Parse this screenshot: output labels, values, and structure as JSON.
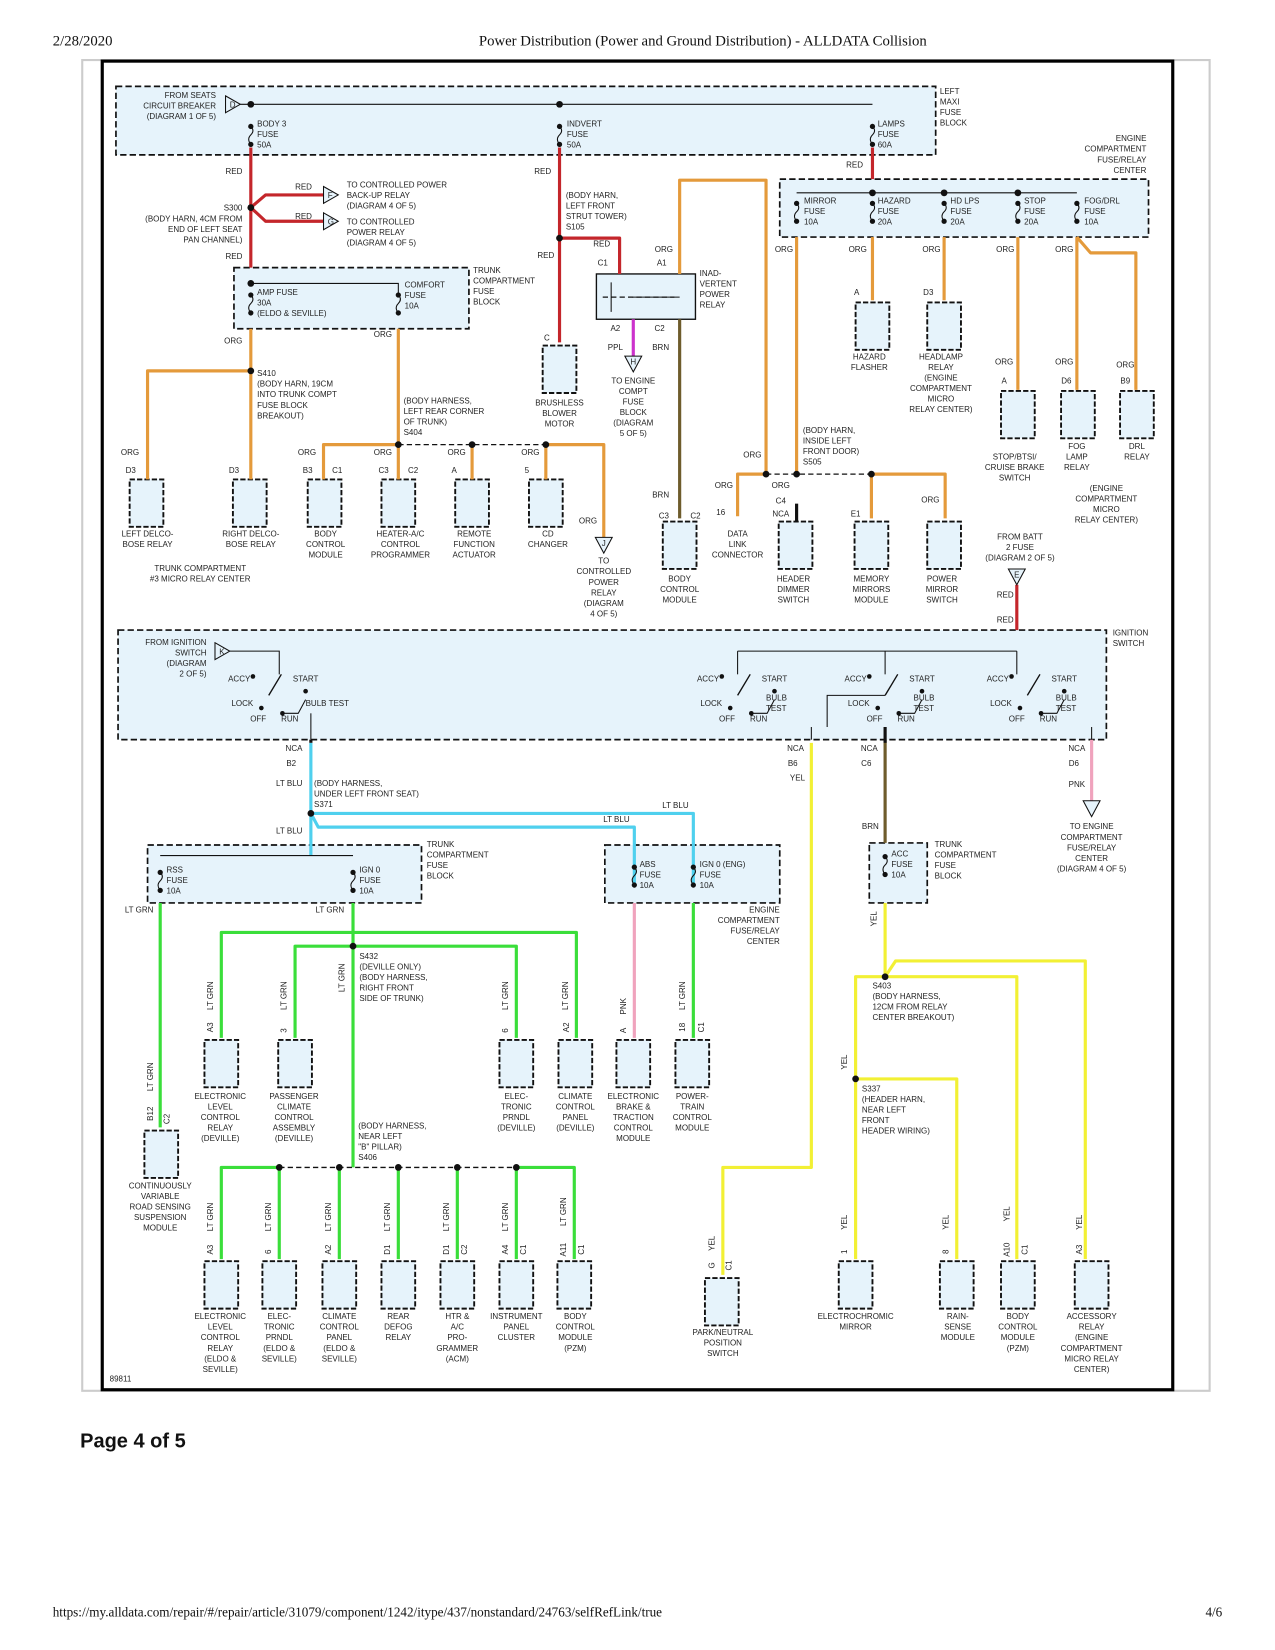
{
  "page_header": {
    "date": "2/28/2020",
    "title": "Power Distribution (Power and Ground Distribution) - ALLDATA Collision"
  },
  "page_footer": {
    "url": "https://my.alldata.com/repair/#/repair/article/31079/component/1242/itype/437/nonstandard/24763/selfRefLink/true",
    "page_count": "4/6",
    "page_label": "Page 4 of 5"
  },
  "wire_colors": {
    "red": "#c4262b",
    "org": "#e49a3b",
    "ltgrn": "#3ade3a",
    "ltblu": "#4fd0ee",
    "yel": "#f2f034",
    "pnk": "#f0a3bd",
    "brn": "#6e5c2c",
    "ppl": "#cc33cc",
    "nca": "#111111"
  },
  "wire_labels": {
    "red": "RED",
    "org": "ORG",
    "ltgrn": "LT GRN",
    "ltblu": "LT BLU",
    "yel": "YEL",
    "pnk": "PNK",
    "brn": "BRN",
    "ppl": "PPL",
    "nca": "NCA"
  },
  "diagram_id": "89811",
  "connectors": {
    "D": "D",
    "F": "F",
    "G": "G",
    "H": "H",
    "J": "J",
    "E": "E",
    "K": "K"
  },
  "blocks": {
    "left_maxi": [
      "LEFT",
      "MAXI",
      "FUSE",
      "BLOCK"
    ],
    "engine_top": [
      "ENGINE",
      "COMPARTMENT",
      "FUSE/RELAY",
      "CENTER"
    ],
    "trunk1": [
      "TRUNK",
      "COMPARTMENT",
      "FUSE",
      "BLOCK"
    ],
    "trunk_micro": [
      "TRUNK COMPARTMENT",
      "#3 MICRO RELAY CENTER"
    ],
    "engine_micro": [
      "(ENGINE",
      "COMPARTMENT",
      "MICRO",
      "RELAY CENTER)"
    ],
    "ignition": [
      "IGNITION",
      "SWITCH"
    ],
    "trunk2": [
      "TRUNK",
      "COMPARTMENT",
      "FUSE",
      "BLOCK"
    ],
    "engine_mid": [
      "ENGINE",
      "COMPARTMENT",
      "FUSE/RELAY",
      "CENTER"
    ],
    "trunk3": [
      "TRUNK",
      "COMPARTMENT",
      "FUSE",
      "BLOCK"
    ]
  },
  "fuses": {
    "body3": [
      "BODY 3",
      "FUSE",
      "50A"
    ],
    "indvert": [
      "INDVERT",
      "FUSE",
      "50A"
    ],
    "lamps": [
      "LAMPS",
      "FUSE",
      "60A"
    ],
    "amp": [
      "AMP FUSE",
      "30A",
      "(ELDO & SEVILLE)"
    ],
    "comfort": [
      "COMFORT",
      "FUSE",
      "10A"
    ],
    "mirror": [
      "MIRROR",
      "FUSE",
      "10A"
    ],
    "hazard": [
      "HAZARD",
      "FUSE",
      "20A"
    ],
    "hdlps": [
      "HD LPS",
      "FUSE",
      "20A"
    ],
    "stop": [
      "STOP",
      "FUSE",
      "20A"
    ],
    "fogdrl": [
      "FOG/DRL",
      "FUSE",
      "10A"
    ],
    "rss": [
      "RSS",
      "FUSE",
      "10A"
    ],
    "ign0": [
      "IGN 0",
      "FUSE",
      "10A"
    ],
    "abs": [
      "ABS",
      "FUSE",
      "10A"
    ],
    "ign0eng": [
      "IGN 0 (ENG)",
      "FUSE",
      "10A"
    ],
    "acc": [
      "ACC",
      "FUSE",
      "10A"
    ]
  },
  "notes": {
    "from_seats": [
      "FROM SEATS",
      "CIRCUIT BREAKER",
      "(DIAGRAM 1 OF 5)"
    ],
    "s300": [
      "S300"
    ],
    "s300_desc": [
      "(BODY HARN, 4CM FROM",
      "END OF LEFT SEAT",
      "PAN CHANNEL)"
    ],
    "to_backup": [
      "TO CONTROLLED POWER",
      "BACK-UP RELAY",
      "(DIAGRAM 4 OF 5)"
    ],
    "to_cpr": [
      "TO CONTROLLED",
      "POWER RELAY",
      "(DIAGRAM 4 OF 5)"
    ],
    "s410": [
      "S410",
      "(BODY HARN, 19CM",
      "INTO TRUNK COMPT",
      "FUSE BLOCK",
      "BREAKOUT)"
    ],
    "s404": [
      "(BODY HARNESS,",
      "LEFT REAR CORNER",
      "OF TRUNK)",
      "S404"
    ],
    "s105": [
      "(BODY HARN,",
      "LEFT FRONT",
      "STRUT TOWER)",
      "S105"
    ],
    "to_engine_compt": [
      "TO ENGINE",
      "COMPT",
      "FUSE",
      "BLOCK",
      "(DIAGRAM",
      "5 OF 5)"
    ],
    "to_cpr2": [
      "TO",
      "CONTROLLED",
      "POWER",
      "RELAY",
      "(DIAGRAM",
      "4 OF 5)"
    ],
    "s505": [
      "(BODY HARN,",
      "INSIDE LEFT",
      "FRONT DOOR)",
      "S505"
    ],
    "from_batt": [
      "FROM BATT",
      "2 FUSE",
      "(DIAGRAM 2 OF 5)"
    ],
    "from_ign": [
      "FROM IGNITION",
      "SWITCH",
      "(DIAGRAM",
      "2 OF 5)"
    ],
    "s371": [
      "(BODY HARNESS,",
      "UNDER LEFT FRONT SEAT)",
      "S371"
    ],
    "s432": [
      "S432",
      "(DEVILLE ONLY)",
      "(BODY HARNESS,",
      "RIGHT FRONT",
      "SIDE OF TRUNK)"
    ],
    "s406": [
      "(BODY HARNESS,",
      "NEAR LEFT",
      "\"B\" PILLAR)",
      "S406"
    ],
    "s403": [
      "S403",
      "(BODY HARNESS,",
      "12CM FROM RELAY",
      "CENTER BREAKOUT)"
    ],
    "s337": [
      "S337",
      "(HEADER HARN,",
      "NEAR LEFT",
      "FRONT",
      "HEADER WIRING)"
    ],
    "to_engine_frc": [
      "TO ENGINE",
      "COMPARTMENT",
      "FUSE/RELAY",
      "CENTER",
      "(DIAGRAM 4 OF 5)"
    ]
  },
  "switch_positions": {
    "accy": "ACCY",
    "start": "START",
    "lock": "LOCK",
    "bulb": [
      "BULB",
      "TEST"
    ],
    "bulb1": "BULB TEST",
    "off": "OFF",
    "run": "RUN"
  },
  "components": {
    "left_delco": [
      "LEFT DELCO-",
      "BOSE RELAY"
    ],
    "right_delco": [
      "RIGHT DELCO-",
      "BOSE RELAY"
    ],
    "bcm1": [
      "BODY",
      "CONTROL",
      "MODULE"
    ],
    "heater": [
      "HEATER-A/C",
      "CONTROL",
      "PROGRAMMER"
    ],
    "remote": [
      "REMOTE",
      "FUNCTION",
      "ACTUATOR"
    ],
    "cd": [
      "CD",
      "CHANGER"
    ],
    "blower": [
      "BRUSHLESS",
      "BLOWER",
      "MOTOR"
    ],
    "inad": [
      "INAD-",
      "VERTENT",
      "POWER",
      "RELAY"
    ],
    "bcm2": [
      "BODY",
      "CONTROL",
      "MODULE"
    ],
    "dlc": [
      "DATA",
      "LINK",
      "CONNECTOR"
    ],
    "hdimmer": [
      "HEADER",
      "DIMMER",
      "SWITCH"
    ],
    "memmir": [
      "MEMORY",
      "MIRRORS",
      "MODULE"
    ],
    "pwrmir": [
      "POWER",
      "MIRROR",
      "SWITCH"
    ],
    "flasher": [
      "HAZARD",
      "FLASHER"
    ],
    "headlamp": [
      "HEADLAMP",
      "RELAY",
      "(ENGINE",
      "COMPARTMENT",
      "MICRO",
      "RELAY CENTER)"
    ],
    "stopsw": [
      "STOP/BTSI/",
      "CRUISE BRAKE",
      "SWITCH"
    ],
    "fog": [
      "FOG",
      "LAMP",
      "RELAY"
    ],
    "drl": [
      "DRL",
      "RELAY"
    ],
    "cvrss": [
      "CONTINUOUSLY",
      "VARIABLE",
      "ROAD SENSING",
      "SUSPENSION",
      "MODULE"
    ],
    "elcr_dev": [
      "ELECTRONIC",
      "LEVEL",
      "CONTROL",
      "RELAY",
      "(DEVILLE)"
    ],
    "pcca": [
      "PASSENGER",
      "CLIMATE",
      "CONTROL",
      "ASSEMBLY",
      "(DEVILLE)"
    ],
    "prndl_dev": [
      "ELEC-",
      "TRONIC",
      "PRNDL",
      "(DEVILLE)"
    ],
    "ccp_dev": [
      "CLIMATE",
      "CONTROL",
      "PANEL",
      "(DEVILLE)"
    ],
    "ebtcm": [
      "ELECTRONIC",
      "BRAKE &",
      "TRACTION",
      "CONTROL",
      "MODULE"
    ],
    "pcm": [
      "POWER-",
      "TRAIN",
      "CONTROL",
      "MODULE"
    ],
    "elcr_es": [
      "ELECTRONIC",
      "LEVEL",
      "CONTROL",
      "RELAY",
      "(ELDO &",
      "SEVILLE)"
    ],
    "prndl_es": [
      "ELEC-",
      "TRONIC",
      "PRNDL",
      "(ELDO &",
      "SEVILLE)"
    ],
    "ccp_es": [
      "CLIMATE",
      "CONTROL",
      "PANEL",
      "(ELDO &",
      "SEVILLE)"
    ],
    "defog": [
      "REAR",
      "DEFOG",
      "RELAY"
    ],
    "htr": [
      "HTR &",
      "A/C",
      "PRO-",
      "GRAMMER",
      "(ACM)"
    ],
    "ipc": [
      "INSTRUMENT",
      "PANEL",
      "CLUSTER"
    ],
    "bcm_pzm1": [
      "BODY",
      "CONTROL",
      "MODULE",
      "(PZM)"
    ],
    "pnp": [
      "PARK/NEUTRAL",
      "POSITION",
      "SWITCH"
    ],
    "ecm": [
      "ELECTROCHROMIC",
      "MIRROR"
    ],
    "rain": [
      "RAIN-",
      "SENSE",
      "MODULE"
    ],
    "bcm_pzm2": [
      "BODY",
      "CONTROL",
      "MODULE",
      "(PZM)"
    ],
    "accr": [
      "ACCESSORY",
      "RELAY",
      "(ENGINE",
      "COMPARTMENT",
      "MICRO RELAY",
      "CENTER)"
    ]
  },
  "pins": {
    "D3": "D3",
    "B3": "B3",
    "C1": "C1",
    "C2": "C2",
    "C3": "C3",
    "C4": "C4",
    "C6": "C6",
    "A": "A",
    "C": "C",
    "5": "5",
    "A1": "A1",
    "A2": "A2",
    "16": "16",
    "E1": "E1",
    "D6": "D6",
    "B9": "B9",
    "B2": "B2",
    "B6": "B6",
    "B12": "B12",
    "A3": "A3",
    "3": "3",
    "6": "6",
    "18": "18",
    "D1": "D1",
    "A4": "A4",
    "A11": "A11",
    "A10": "A10",
    "G": "G",
    "1": "1",
    "8": "8"
  }
}
